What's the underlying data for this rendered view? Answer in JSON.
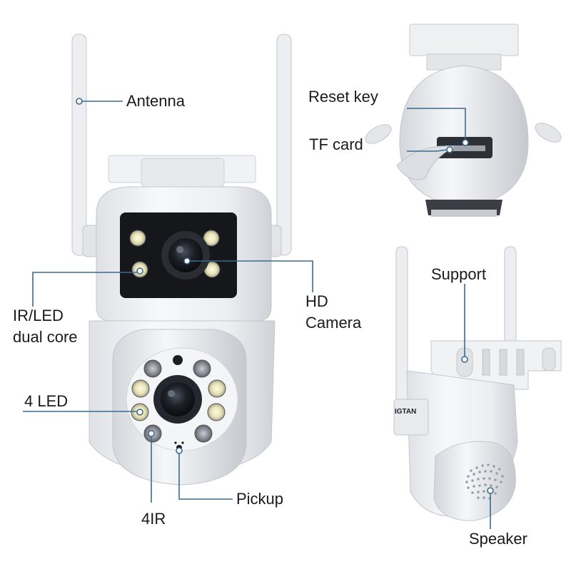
{
  "labels": {
    "antenna": "Antenna",
    "reset_key": "Reset key",
    "tf_card": "TF card",
    "ir_led_line1": "IR/LED",
    "ir_led_line2": "dual core",
    "hd_camera_line1": "HD",
    "hd_camera_line2": "Camera",
    "support": "Support",
    "four_led": "4 LED",
    "pickup": "Pickup",
    "four_ir": "4IR",
    "speaker": "Speaker"
  },
  "brand_fragment": "IGTAN",
  "colors": {
    "leader_line": "#3b6b8f",
    "body_white": "#f2f3f5",
    "body_shadow": "#c9ccd1",
    "lens_black": "#15171b",
    "led_warm": "#f3f0c8",
    "ir_gray": "#8a8d93"
  }
}
